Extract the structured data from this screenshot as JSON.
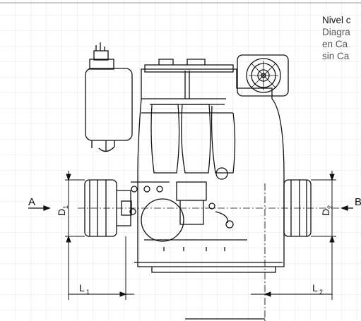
{
  "caption": {
    "title": "Nivel c",
    "line1": "Diagra",
    "line2": "en Ca",
    "line3": "sin Ca"
  },
  "labels": {
    "a": "A",
    "b": "B",
    "d1_main": "D",
    "d1_sub": "1",
    "d2_main": "D",
    "d2_sub": "2",
    "l1_main": "L",
    "l1_sub": "1",
    "l2_main": "L",
    "l2_sub": "2"
  },
  "colors": {
    "line": "#111111",
    "grid": "#e4e4e4"
  }
}
